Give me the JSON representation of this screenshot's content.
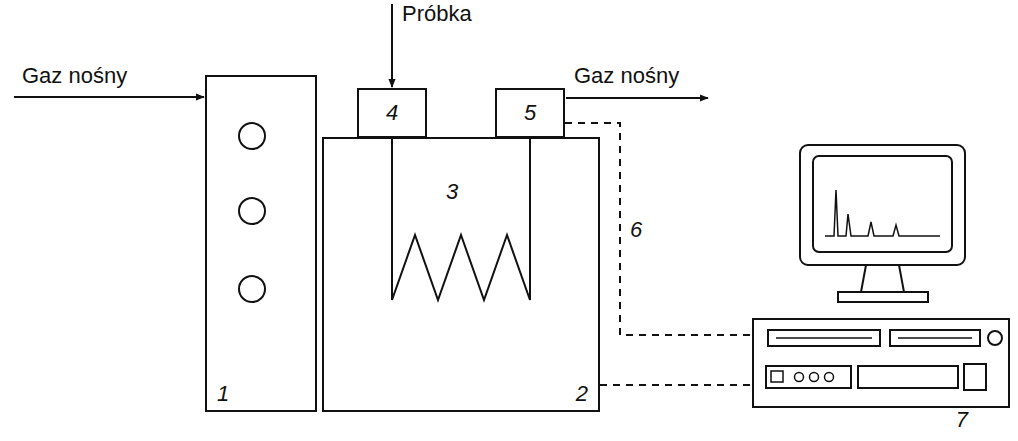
{
  "diagram": {
    "nodes": [
      {
        "text": [
          "1"
        ]
      },
      {
        "text": [
          "2"
        ]
      },
      {
        "text": [
          "4"
        ]
      },
      {
        "text": [
          "5"
        ]
      },
      {
        "text": [
          "7"
        ]
      }
    ],
    "edges": [
      {
        "from": 2,
        "to": 3,
        "arrow": "none"
      },
      {
        "from": 3,
        "to": 4,
        "label": "6",
        "arrow": "none"
      },
      {
        "from": 1,
        "to": 4,
        "arrow": "none"
      }
    ],
    "labels": [
      "Próbka",
      "Gaz nośny",
      "Gaz nośny",
      "3"
    ]
  }
}
